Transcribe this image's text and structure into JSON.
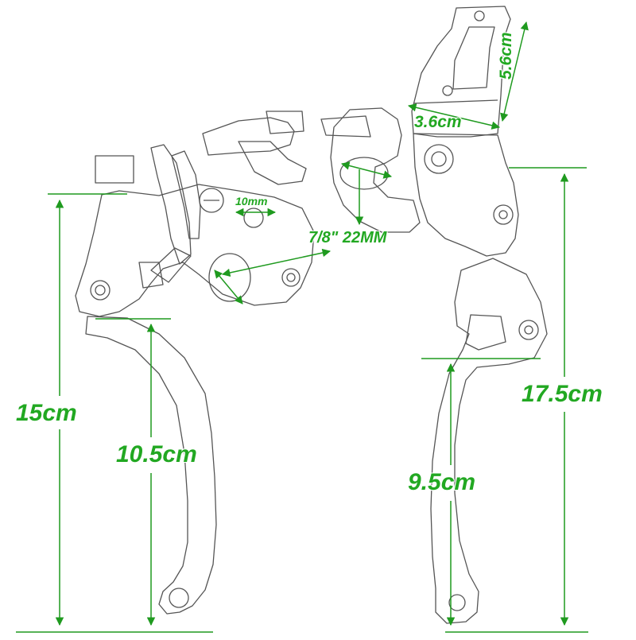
{
  "dimensions": {
    "left_total": "15cm",
    "left_lever": "10.5cm",
    "right_total": "17.5cm",
    "right_lever": "9.5cm",
    "bolt_hole": "10mm",
    "bar_diameter": "7/8\" 22MM",
    "reservoir_width": "3.6cm",
    "reservoir_height": "5.6cm"
  },
  "colors": {
    "dimension": "#22a822",
    "outline": "#555555"
  }
}
